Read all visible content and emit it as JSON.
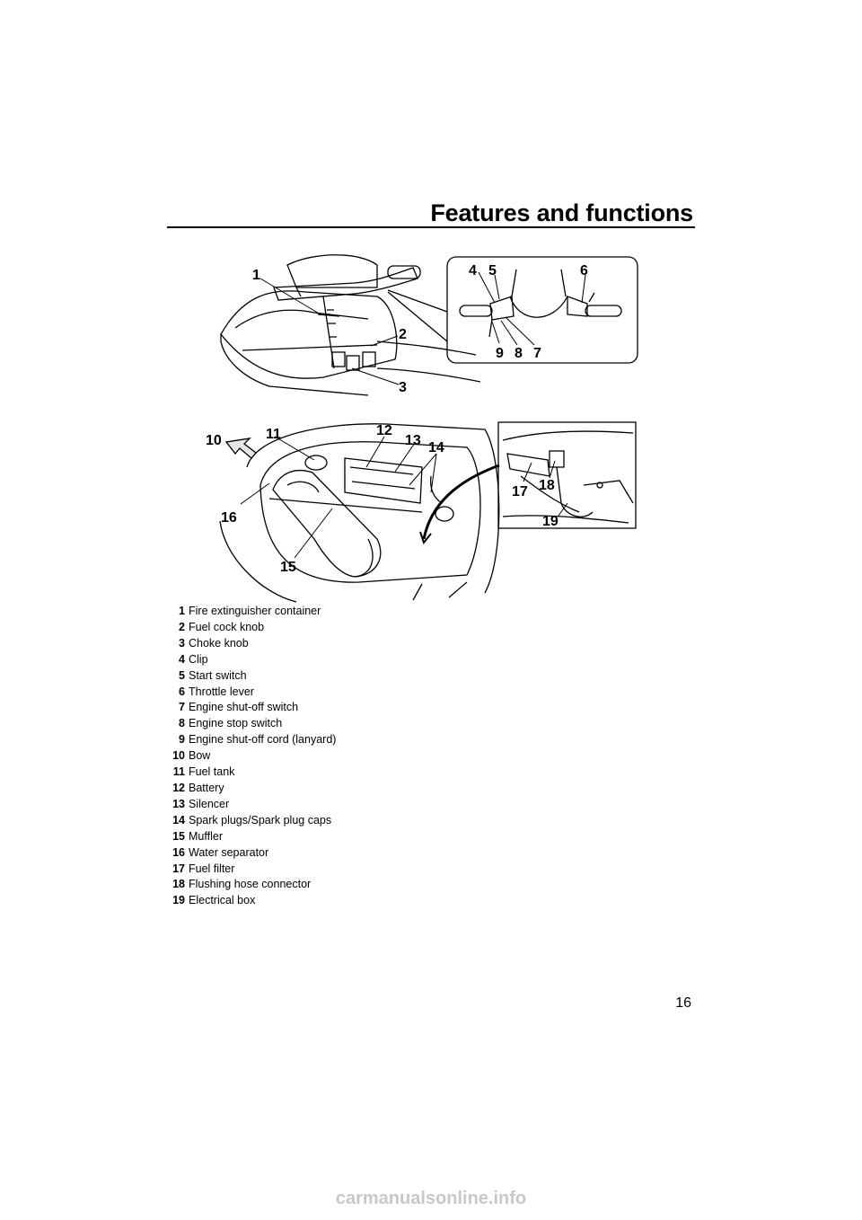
{
  "header": {
    "title": "Features and functions"
  },
  "figure": {
    "callouts": [
      "1",
      "2",
      "3",
      "4",
      "5",
      "6",
      "7",
      "8",
      "9",
      "10",
      "11",
      "12",
      "13",
      "14",
      "15",
      "16",
      "17",
      "18",
      "19"
    ]
  },
  "legend": [
    {
      "num": "1",
      "label": "Fire extinguisher container"
    },
    {
      "num": "2",
      "label": "Fuel cock knob"
    },
    {
      "num": "3",
      "label": "Choke knob"
    },
    {
      "num": "4",
      "label": "Clip"
    },
    {
      "num": "5",
      "label": "Start switch"
    },
    {
      "num": "6",
      "label": "Throttle lever"
    },
    {
      "num": "7",
      "label": "Engine shut-off switch"
    },
    {
      "num": "8",
      "label": "Engine stop switch"
    },
    {
      "num": "9",
      "label": "Engine shut-off cord (lanyard)"
    },
    {
      "num": "10",
      "label": "Bow"
    },
    {
      "num": "11",
      "label": "Fuel tank"
    },
    {
      "num": "12",
      "label": "Battery"
    },
    {
      "num": "13",
      "label": "Silencer"
    },
    {
      "num": "14",
      "label": "Spark plugs/Spark plug caps"
    },
    {
      "num": "15",
      "label": "Muffler"
    },
    {
      "num": "16",
      "label": "Water separator"
    },
    {
      "num": "17",
      "label": "Fuel filter"
    },
    {
      "num": "18",
      "label": "Flushing hose connector"
    },
    {
      "num": "19",
      "label": "Electrical box"
    }
  ],
  "page_number": "16",
  "footer": "carmanualsonline.info"
}
